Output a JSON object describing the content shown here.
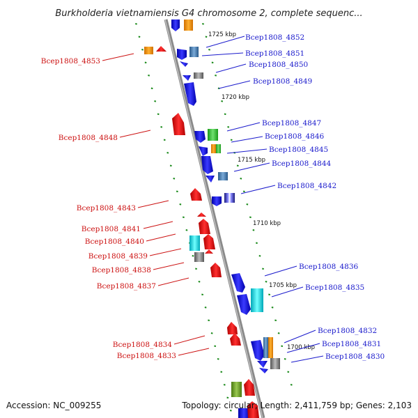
{
  "title": "Burkholderia vietnamiensis G4 chromosome 2, complete sequenc...",
  "footer": {
    "accession": "Accession: NC_009255",
    "topology": "Topology: circular; Length: 2,411,759 bp; Genes: 2,103"
  },
  "colors": {
    "forward_label": "#1a1acc",
    "reverse_label": "#cc1111",
    "backbone": "#8a8a8a",
    "ruler": "#1a8a1a"
  },
  "kbp_marks": [
    "1725 kbp",
    "1720 kbp",
    "1715 kbp",
    "1710 kbp",
    "1705 kbp",
    "1700 kbp"
  ],
  "forward_genes": [
    "Bcep1808_4852",
    "Bcep1808_4851",
    "Bcep1808_4850",
    "Bcep1808_4849",
    "Bcep1808_4847",
    "Bcep1808_4846",
    "Bcep1808_4845",
    "Bcep1808_4844",
    "Bcep1808_4842",
    "Bcep1808_4836",
    "Bcep1808_4835",
    "Bcep1808_4832",
    "Bcep1808_4831",
    "Bcep1808_4830"
  ],
  "reverse_genes": [
    "Bcep1808_4853",
    "Bcep1808_4848",
    "Bcep1808_4843",
    "Bcep1808_4841",
    "Bcep1808_4840",
    "Bcep1808_4839",
    "Bcep1808_4838",
    "Bcep1808_4837",
    "Bcep1808_4834",
    "Bcep1808_4833"
  ]
}
